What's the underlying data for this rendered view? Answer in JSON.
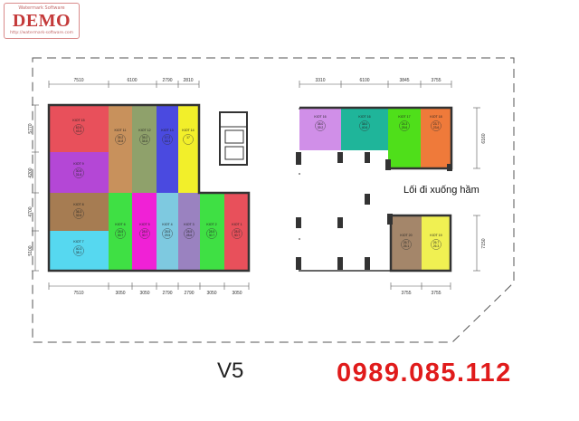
{
  "stamp": {
    "top_text": "Watermark Software",
    "main_text": "DEMO",
    "bottom_text": "http://watermark-software.com"
  },
  "floor_label": "V5",
  "phone": "0989.085.112",
  "ramp_label": "Lối đi xuống hầm",
  "colors": {
    "red": "#e8505b",
    "purple": "#b447d6",
    "brown": "#a67c52",
    "cyan": "#56d8f0",
    "tan": "#c8915c",
    "olive": "#8fa16b",
    "blue": "#4a4ae0",
    "yellow": "#f2ef2a",
    "green": "#3fe044",
    "magenta": "#f021d6",
    "lightblue": "#7ec9e0",
    "lavender": "#9a82c0",
    "lightpurple": "#d08fe8",
    "teal": "#1fb59a",
    "lime": "#4fdf1a",
    "orange": "#ef7a3a",
    "mauve": "#a4866a",
    "paleyellow": "#f0f052",
    "phone": "#e01b1b"
  },
  "dims": {
    "top_left": [
      "7510",
      "6100",
      "2790",
      "2810"
    ],
    "bottom_left": [
      "7510",
      "3050",
      "3050",
      "2790",
      "2790",
      "3050",
      "3050"
    ],
    "left_side": [
      "5770",
      "4200",
      "4700",
      "5100"
    ],
    "top_right": [
      "3310",
      "6100",
      "3845",
      "3755"
    ],
    "bottom_right": [
      "3755",
      "3755"
    ],
    "right_side": [
      "6160",
      "7150"
    ]
  },
  "units": [
    {
      "id": "u15",
      "label": "KIOT 15",
      "area": "62.6",
      "area2": "43.3"
    },
    {
      "id": "u11",
      "label": "KIOT 11",
      "area": "35.2",
      "area2": "34.8"
    },
    {
      "id": "u12",
      "label": "KIOT 12",
      "area": "35.2",
      "area2": "34.8"
    },
    {
      "id": "u13",
      "label": "KIOT 13",
      "area": "17.2",
      "area2": "16.1"
    },
    {
      "id": "u14",
      "label": "KIOT 14",
      "area": "17",
      "area2": ""
    },
    {
      "id": "u9",
      "label": "KIOT 9",
      "area": "30.5",
      "area2": "31.6"
    },
    {
      "id": "u8",
      "label": "KIOT 8",
      "area": "36.3",
      "area2": "32.6"
    },
    {
      "id": "u7",
      "label": "KIOT 7",
      "area": "40.3",
      "area2": "38.1"
    },
    {
      "id": "u6",
      "label": "KIOT 6",
      "area": "28.5",
      "area2": "30.7"
    },
    {
      "id": "u5",
      "label": "KIOT 5",
      "area": "28.5",
      "area2": "30.7"
    },
    {
      "id": "u4",
      "label": "KIOT 4",
      "area": "28.5",
      "area2": "29.5"
    },
    {
      "id": "u3",
      "label": "KIOT 3",
      "area": "28.5",
      "area2": "28.6"
    },
    {
      "id": "u2",
      "label": "KIOT 2",
      "area": "28.5",
      "area2": "30.7"
    },
    {
      "id": "u1",
      "label": "KIOT 1",
      "area": "28.5",
      "area2": "30.7"
    },
    {
      "id": "u16",
      "label": "KIOT 16",
      "area": "38.0",
      "area2": "39.2"
    },
    {
      "id": "u17",
      "label": "KIOT 16",
      "area": "38.0",
      "area2": "40.6"
    },
    {
      "id": "u18",
      "label": "KIOT 17",
      "area": "24.3",
      "area2": "25.6"
    },
    {
      "id": "u19",
      "label": "KIOT 18",
      "area": "23.7",
      "area2": "23.6"
    },
    {
      "id": "u20",
      "label": "KIOT 20",
      "area": "26.7",
      "area2": "26.1"
    },
    {
      "id": "u21",
      "label": "KIOT 19",
      "area": "26.7",
      "area2": "26.3"
    }
  ]
}
